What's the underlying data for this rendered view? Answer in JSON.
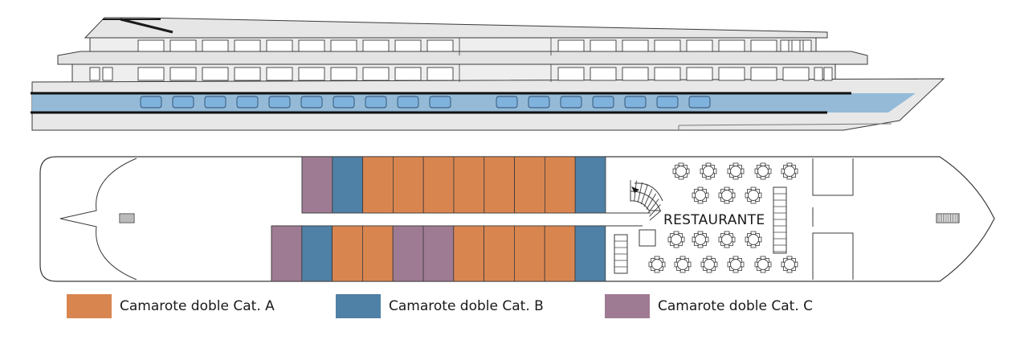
{
  "colors": {
    "cat_a": "#d98550",
    "cat_b": "#4f80a5",
    "cat_c": "#9e7b93",
    "hull_blue": "#94bad8",
    "window_blue": "#7fb2dd",
    "structure_grey": "#e3e3e3",
    "line": "#3a3a3a"
  },
  "deck_plan": {
    "restaurant_label": "RESTAURANTE",
    "upper_row_cabins": [
      "C",
      "B",
      "A",
      "A",
      "A",
      "A",
      "A",
      "A",
      "A",
      "B"
    ],
    "lower_row_cabins": [
      "C",
      "B",
      "A",
      "A",
      "C",
      "C",
      "A",
      "A",
      "A",
      "A",
      "B"
    ]
  },
  "legend": {
    "cat_a_label": "Camarote doble Cat. A",
    "cat_b_label": "Camarote doble Cat. B",
    "cat_c_label": "Camarote doble Cat. C"
  }
}
